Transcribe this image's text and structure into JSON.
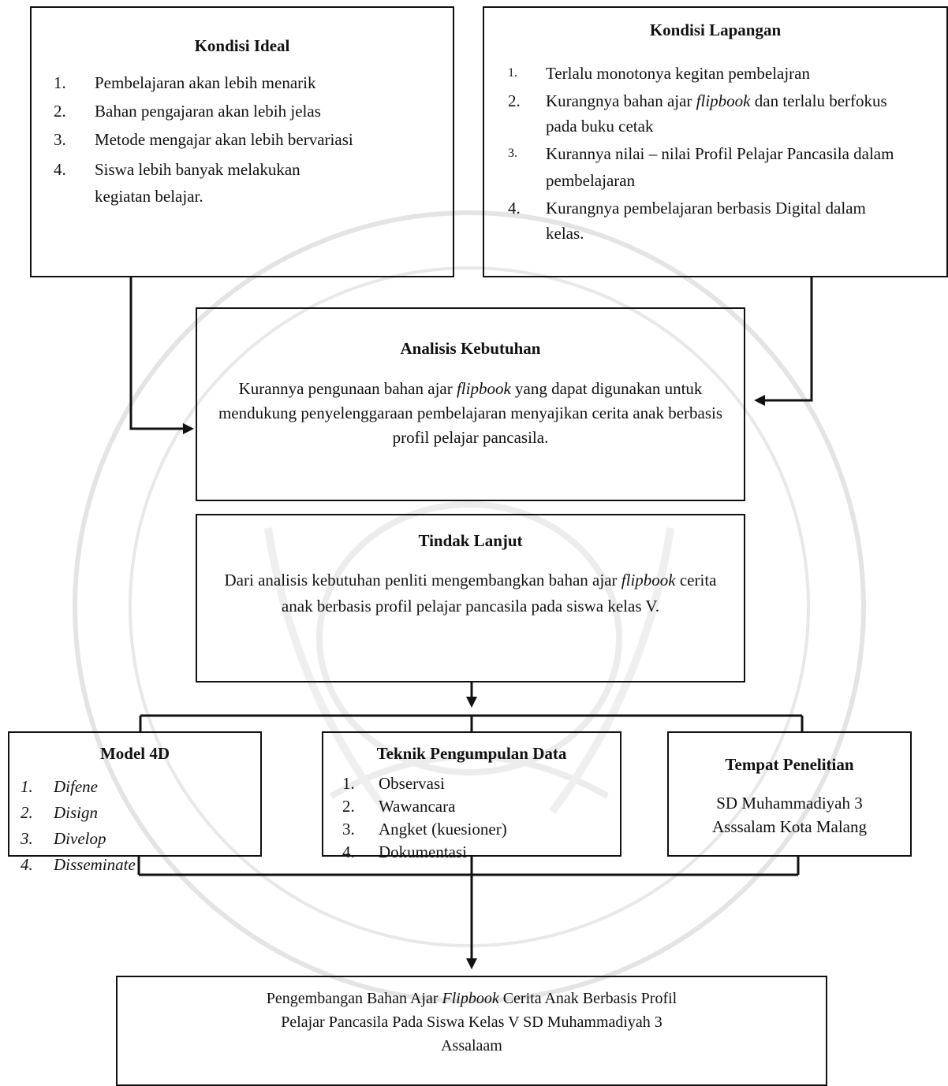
{
  "ideal": {
    "title": "Kondisi Ideal",
    "items": [
      {
        "num": "1.",
        "text": "Pembelajaran akan lebih menarik"
      },
      {
        "num": "2.",
        "text": "Bahan pengajaran akan lebih jelas"
      },
      {
        "num": "3.",
        "text": "Metode mengajar akan lebih bervariasi"
      },
      {
        "num": "4.",
        "text": "Siswa lebih banyak melakukan kegiatan belajar."
      }
    ]
  },
  "lapangan": {
    "title": "Kondisi Lapangan",
    "item1": {
      "num": "1.",
      "text": "Terlalu monotonya kegitan pembelajran"
    },
    "item2": {
      "num": "2.",
      "pre": "Kurangnya bahan ajar ",
      "ital": "flipbook",
      "post": " dan terlalu berfokus pada buku cetak"
    },
    "item3": {
      "num": "3.",
      "text": "Kurannya nilai – nilai Profil Pelajar Pancasila dalam pembelajaran"
    },
    "item4": {
      "num": "4.",
      "text": "Kurangnya pembelajaran berbasis Digital dalam  kelas."
    }
  },
  "analisis": {
    "title": "Analisis Kebutuhan",
    "pre": "Kurannya pengunaan bahan ajar ",
    "ital": "flipbook",
    "post": " yang dapat digunakan untuk mendukung penyelenggaraan pembelajaran menyajikan cerita anak berbasis profil pelajar pancasila."
  },
  "tindak": {
    "title": "Tindak Lanjut",
    "pre": "Dari analisis kebutuhan penliti mengembangkan bahan ajar ",
    "ital": "flipbook",
    "post": " cerita anak berbasis profil pelajar pancasila pada siswa kelas V."
  },
  "model": {
    "title": "Model 4D",
    "items": [
      {
        "num": "1.",
        "text": "Difene"
      },
      {
        "num": "2.",
        "text": "Disign"
      },
      {
        "num": "3.",
        "text": "Divelop"
      },
      {
        "num": "4.",
        "text": "Disseminate"
      }
    ]
  },
  "teknik": {
    "title": "Teknik Pengumpulan Data",
    "items": [
      {
        "num": "1.",
        "text": "Observasi"
      },
      {
        "num": "2.",
        "text": "Wawancara"
      },
      {
        "num": "3.",
        "text": "Angket (kuesioner)"
      },
      {
        "num": "4.",
        "text": "Dokumentasi"
      }
    ]
  },
  "tempat": {
    "title": "Tempat Penelitian",
    "line1": "SD Muhammadiyah 3",
    "line2": "Asssalam Kota Malang"
  },
  "hasil": {
    "pre": "Pengembangan Bahan Ajar ",
    "ital": "Flipbook",
    "post1": " Cerita Anak Berbasis Profil",
    "line2": "Pelajar Pancasila Pada Siswa Kelas V SD Muhammadiyah 3",
    "line3": "Assalaam"
  }
}
